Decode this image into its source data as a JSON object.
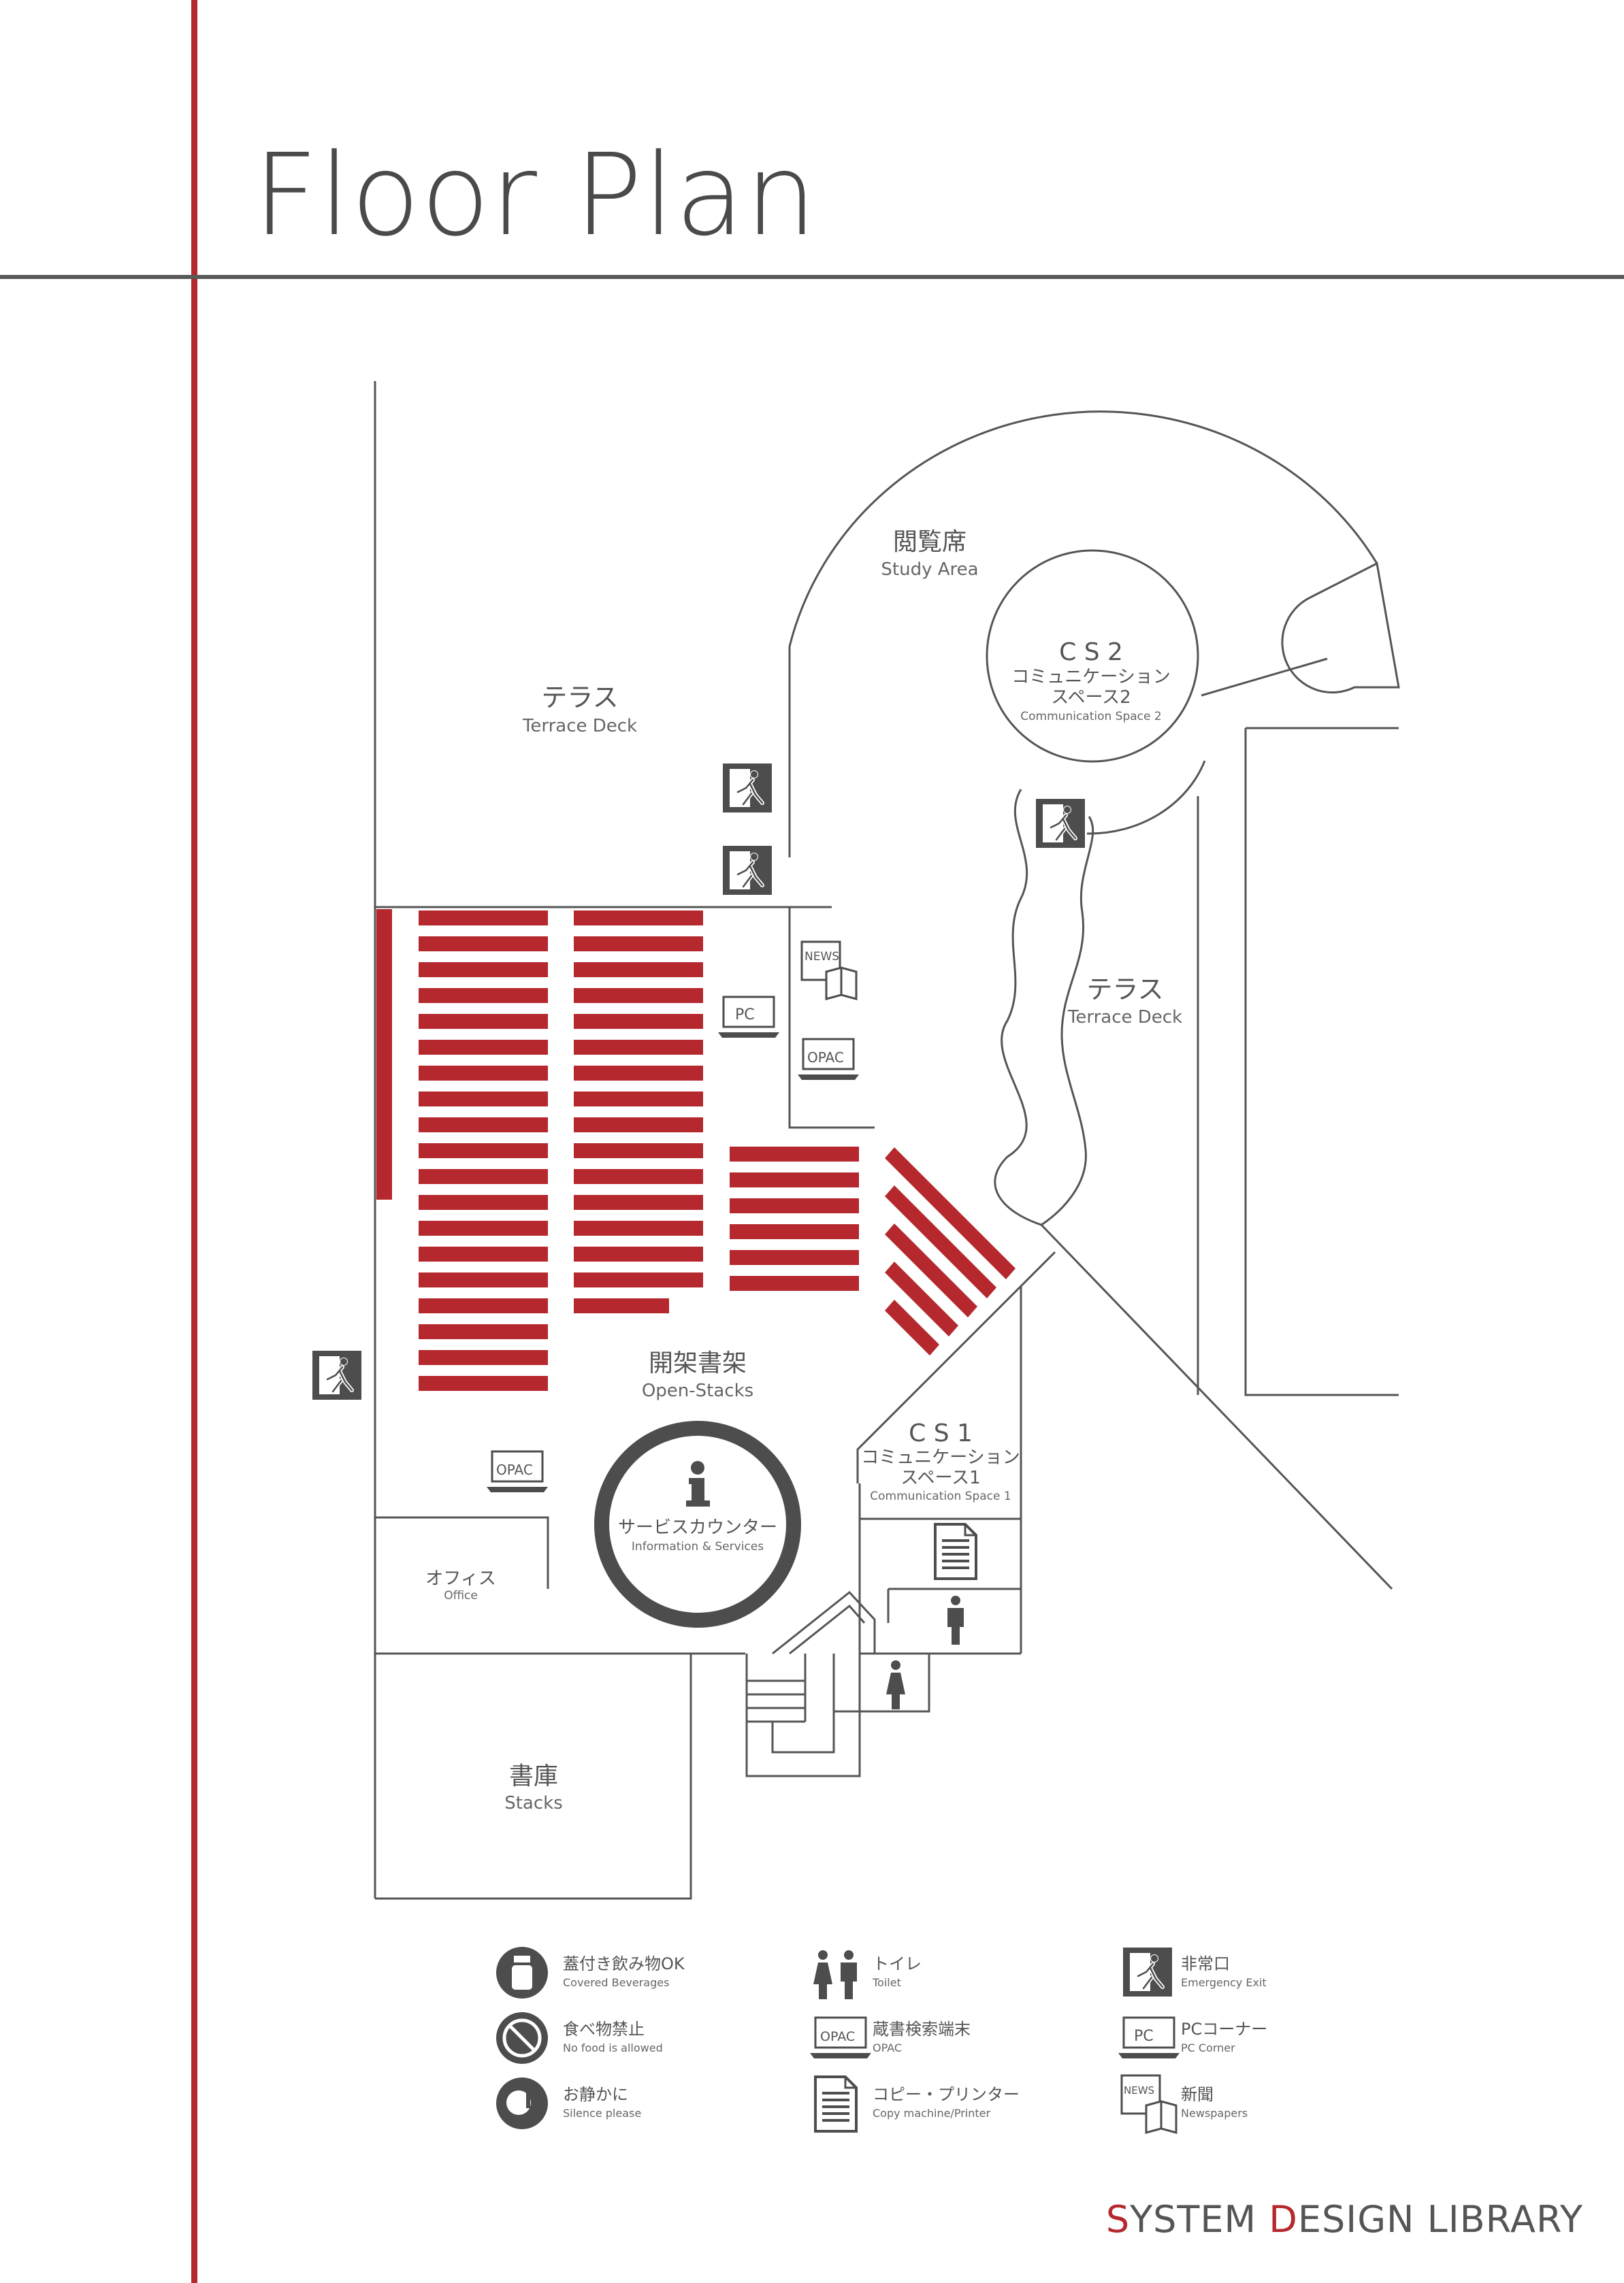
{
  "title": "Floor Plan",
  "colors": {
    "accent": "#b5282e",
    "line": "#555555",
    "text": "#4a4a4a",
    "icon": "#4d4d4d"
  },
  "brand": {
    "s": "S",
    "ystem": "YSTEM ",
    "d": "D",
    "esign": "ESIGN LIBRARY"
  },
  "rooms": {
    "study_area": {
      "jp": "閲覧席",
      "en": "Study Area"
    },
    "cs2": {
      "code": "C S 2",
      "jp1": "コミュニケーション",
      "jp2": "スペース2",
      "en": "Communication Space 2"
    },
    "terrace_left": {
      "jp": "テラス",
      "en": "Terrace Deck"
    },
    "terrace_right": {
      "jp": "テラス",
      "en": "Terrace Deck"
    },
    "open_stacks": {
      "jp": "開架書架",
      "en": "Open-Stacks"
    },
    "cs1": {
      "code": "C S 1",
      "jp1": "コミュニケーション",
      "jp2": "スペース1",
      "en": "Communication Space 1"
    },
    "service": {
      "jp": "サービスカウンター",
      "en": "Information & Services"
    },
    "office": {
      "jp": "オフィス",
      "en": "Office"
    },
    "stacks": {
      "jp": "書庫",
      "en": "Stacks"
    }
  },
  "map_icons": {
    "news": "NEWS",
    "pc": "PC",
    "opac": "OPAC",
    "info": "i"
  },
  "legend": {
    "beverages": {
      "jp": "蓋付き飲み物OK",
      "en": "Covered Beverages",
      "icon": "bottle-icon"
    },
    "nofood": {
      "jp": "食べ物禁止",
      "en": "No food is allowed",
      "icon": "no-food-icon"
    },
    "silence": {
      "jp": "お静かに",
      "en": "Silence please",
      "icon": "silence-icon"
    },
    "toilet": {
      "jp": "トイレ",
      "en": "Toilet",
      "icon": "toilet-icon"
    },
    "opac": {
      "jp": "蔵書検索端末",
      "en": "OPAC",
      "icon": "opac-icon",
      "tag": "OPAC"
    },
    "copy": {
      "jp": "コピー・プリンター",
      "en": "Copy machine/Printer",
      "icon": "document-icon"
    },
    "exit": {
      "jp": "非常口",
      "en": "Emergency Exit",
      "icon": "exit-icon"
    },
    "pc": {
      "jp": "PCコーナー",
      "en": "PC Corner",
      "icon": "pc-icon",
      "tag": "PC"
    },
    "news": {
      "jp": "新聞",
      "en": "Newspapers",
      "icon": "newspaper-icon",
      "tag": "NEWS"
    }
  }
}
